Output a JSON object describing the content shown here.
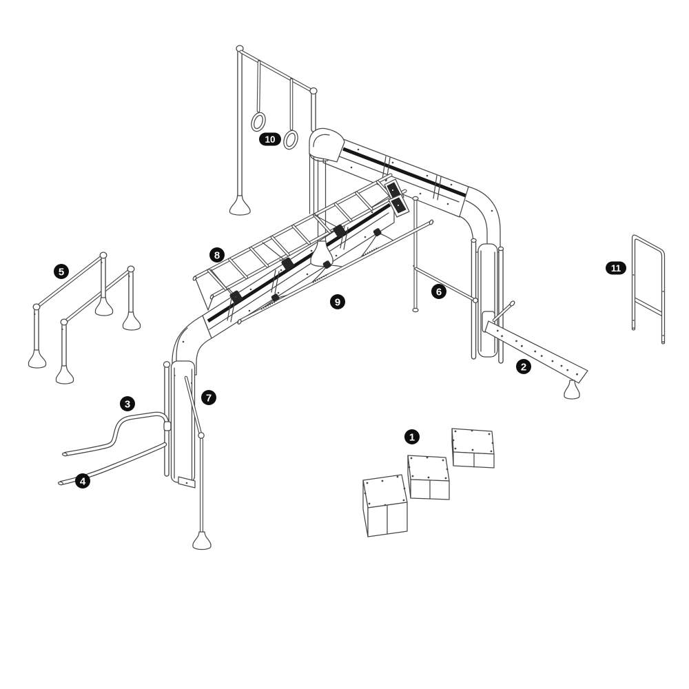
{
  "diagram": {
    "type": "exploded-parts-diagram",
    "subject": "outdoor-fitness-station-line-drawing",
    "background_color": "#ffffff",
    "line_color": "#454545",
    "stripe_color": "#171717",
    "badge_bg": "#0e0e0e",
    "badge_text_color": "#ffffff",
    "callouts": [
      {
        "label": "1"
      },
      {
        "label": "2"
      },
      {
        "label": "3"
      },
      {
        "label": "4"
      },
      {
        "label": "5"
      },
      {
        "label": "6"
      },
      {
        "label": "7"
      },
      {
        "label": "8"
      },
      {
        "label": "9"
      },
      {
        "label": "10"
      },
      {
        "label": "11"
      }
    ]
  }
}
